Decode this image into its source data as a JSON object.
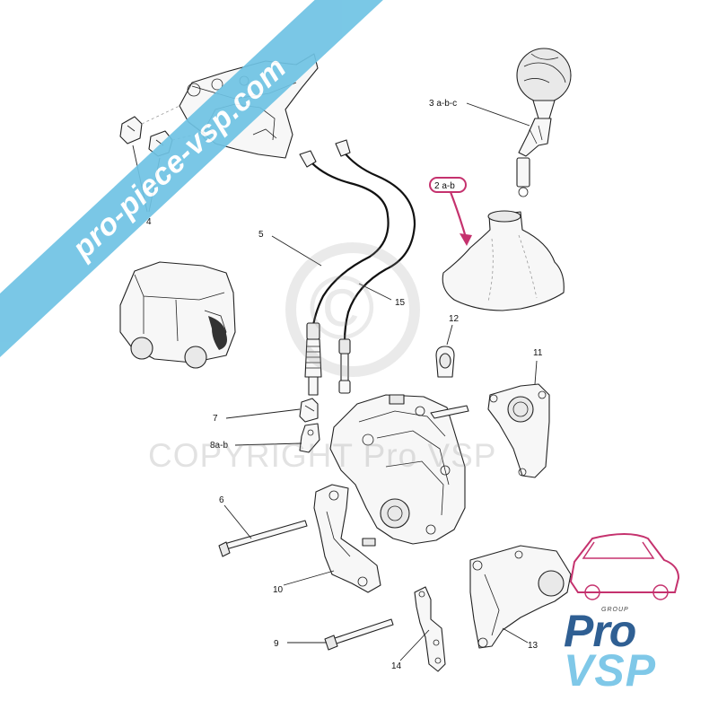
{
  "watermarks": {
    "banner_text": "pro-piece-vsp.com",
    "copyright_text": "COPYRIGHT Pro VSP",
    "circle_symbol": "©"
  },
  "logo": {
    "group_text": "GROUP",
    "pro_text": "Pro",
    "vsp_text": "VSP",
    "colors": {
      "pro": "#2f5f93",
      "vsp": "#7fc8e8",
      "car_outline": "#c5326e"
    }
  },
  "callouts": {
    "part_3": "3 a-b-c",
    "part_2": "2 a-b",
    "part_4": "4",
    "part_5": "5",
    "part_15": "15",
    "part_12": "12",
    "part_11": "11",
    "part_7": "7",
    "part_8": "8a-b",
    "part_6": "6",
    "part_10": "10",
    "part_9": "9",
    "part_14": "14",
    "part_13": "13"
  },
  "highlight": {
    "color": "#c5326e"
  }
}
